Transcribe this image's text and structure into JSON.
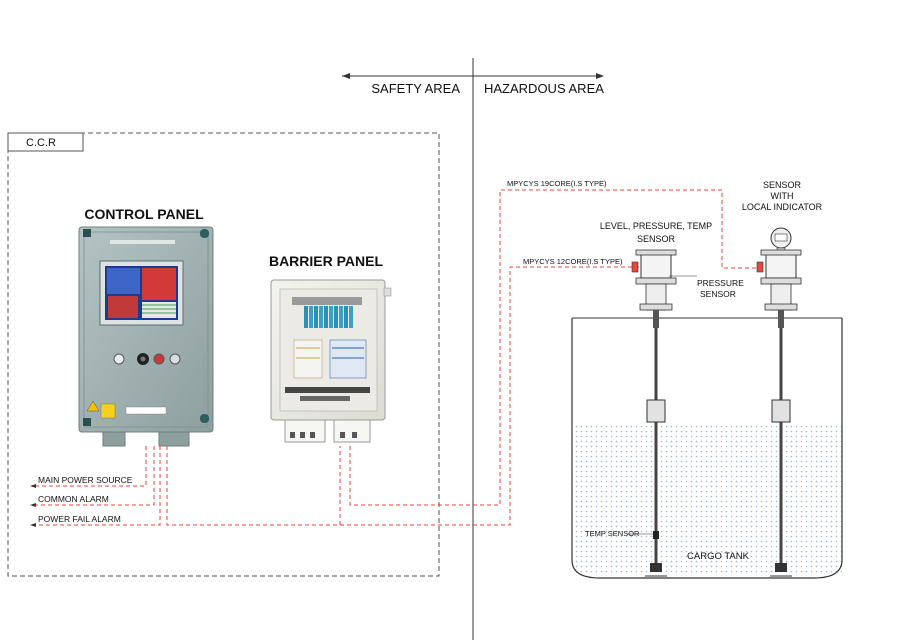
{
  "zones": {
    "safety": "SAFETY AREA",
    "hazardous": "HAZARDOUS AREA"
  },
  "ccr_label": "C.C.R",
  "control_panel": {
    "title": "CONTROL PANEL"
  },
  "barrier_panel": {
    "title": "BARRIER PANEL"
  },
  "outputs": {
    "main_power": "MAIN POWER SOURCE",
    "common_alarm": "COMMON ALARM",
    "power_fail": "POWER FAIL ALARM"
  },
  "cables": {
    "cable_19": "MPYCYS 19CORE(I.S TYPE)",
    "cable_12": "MPYCYS 12CORE(I.S TYPE)"
  },
  "sensors": {
    "level_line1": "LEVEL, PRESSURE, TEMP",
    "level_line2": "SENSOR",
    "indicator_line1": "SENSOR",
    "indicator_line2": "WITH",
    "indicator_line3": "LOCAL INDICATOR",
    "pressure_line1": "PRESSURE",
    "pressure_line2": "SENSOR",
    "temp": "TEMP SENSOR"
  },
  "tank_label": "CARGO TANK",
  "colors": {
    "cable": "#e8453c",
    "panel": "#9fb0b0",
    "liquid_dots": "#9ab8d8"
  }
}
